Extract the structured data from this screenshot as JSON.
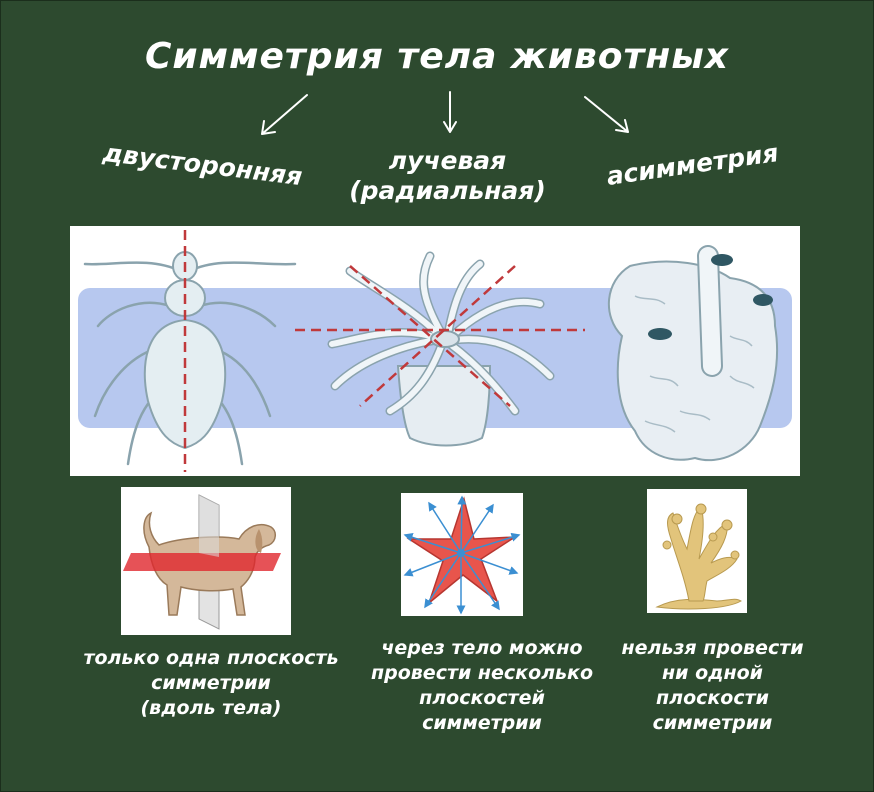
{
  "title": "Симметрия тела животных",
  "categories": [
    {
      "lines": [
        "двусторонняя"
      ]
    },
    {
      "lines": [
        "лучевая",
        "(радиальная)"
      ]
    },
    {
      "lines": [
        "асимметрия"
      ]
    }
  ],
  "captions": [
    {
      "lines": [
        "только одна плоскость",
        "симметрии",
        "(вдоль тела)"
      ]
    },
    {
      "lines": [
        "через тело можно",
        "провести несколько",
        "плоскостей",
        "симметрии"
      ]
    },
    {
      "lines": [
        "нельзя провести",
        "ни одной",
        "плоскости",
        "симметрии"
      ]
    }
  ],
  "colors": {
    "background": "#2d4a2f",
    "band": "#b7c8ef",
    "axis": "#c0393b",
    "dog": "#d4b89a",
    "plane": "#e0272d",
    "starfish": "#e8554c",
    "arrow": "#3b8fd2",
    "sponge": "#e2c47b"
  }
}
